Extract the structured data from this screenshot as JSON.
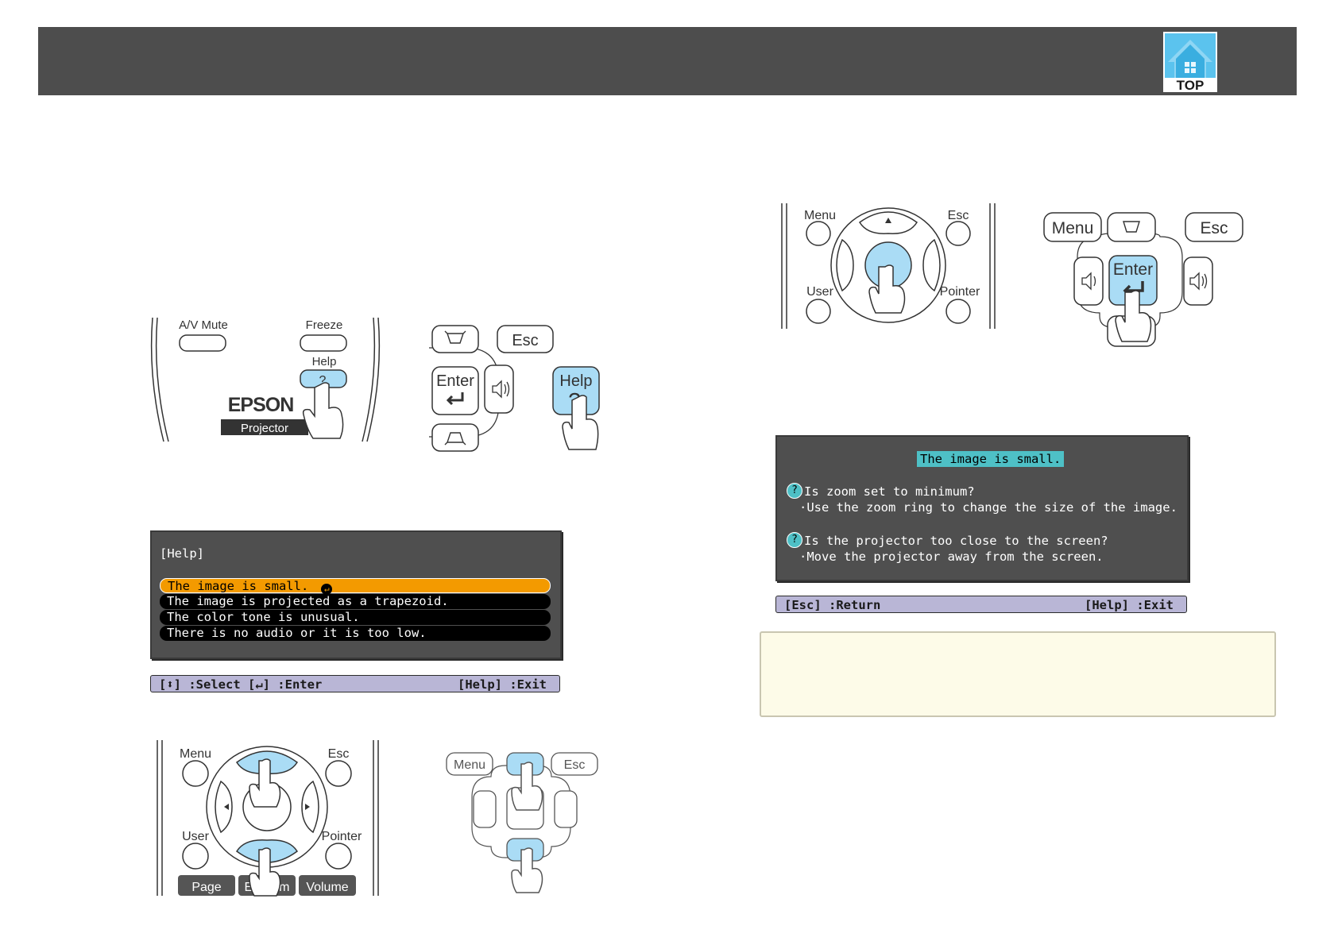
{
  "header": {
    "top_badge_label": "TOP"
  },
  "remote_help": {
    "av_mute_label": "A/V Mute",
    "freeze_label": "Freeze",
    "help_label": "Help",
    "help_glyph": "?",
    "brand": "EPSON",
    "projector_label": "Projector"
  },
  "panel_help": {
    "esc_label": "Esc",
    "enter_label": "Enter",
    "help_label": "Help",
    "help_glyph": "?"
  },
  "help_menu": {
    "title": "[Help]",
    "items": [
      "The image is small.",
      "The image is projected as a trapezoid.",
      "The color tone is unusual.",
      "There is no audio or it is too low."
    ],
    "bar_left": "[⬍] :Select  [↵] :Enter",
    "bar_right": "[Help] :Exit"
  },
  "remote_select": {
    "menu_label": "Menu",
    "esc_label": "Esc",
    "user_label": "User",
    "pointer_label": "Pointer",
    "page_label": "Page",
    "ezoom_label": "E-Zoom",
    "volume_label": "Volume"
  },
  "panel_select": {
    "menu_label": "Menu",
    "esc_label": "Esc"
  },
  "remote_enter": {
    "menu_label": "Menu",
    "esc_label": "Esc",
    "user_label": "User",
    "pointer_label": "Pointer"
  },
  "panel_enter": {
    "menu_label": "Menu",
    "esc_label": "Esc",
    "enter_label": "Enter"
  },
  "help_detail": {
    "title": "The image is small.",
    "q1": "Is zoom set to minimum?",
    "a1": "·Use the zoom ring to change the size of the image.",
    "q2": "Is the projector too close to the screen?",
    "a2": "·Move the projector away from the screen.",
    "bar_left": "[Esc] :Return",
    "bar_right": "[Help] :Exit"
  },
  "colors": {
    "header": "#4d4d4d",
    "highlight": "#aadcf5",
    "selected_row": "#f39a00",
    "osd_bg": "#4f4f4f",
    "bar_bg": "#b9b6d6",
    "note_bg": "#fdfbe8"
  }
}
